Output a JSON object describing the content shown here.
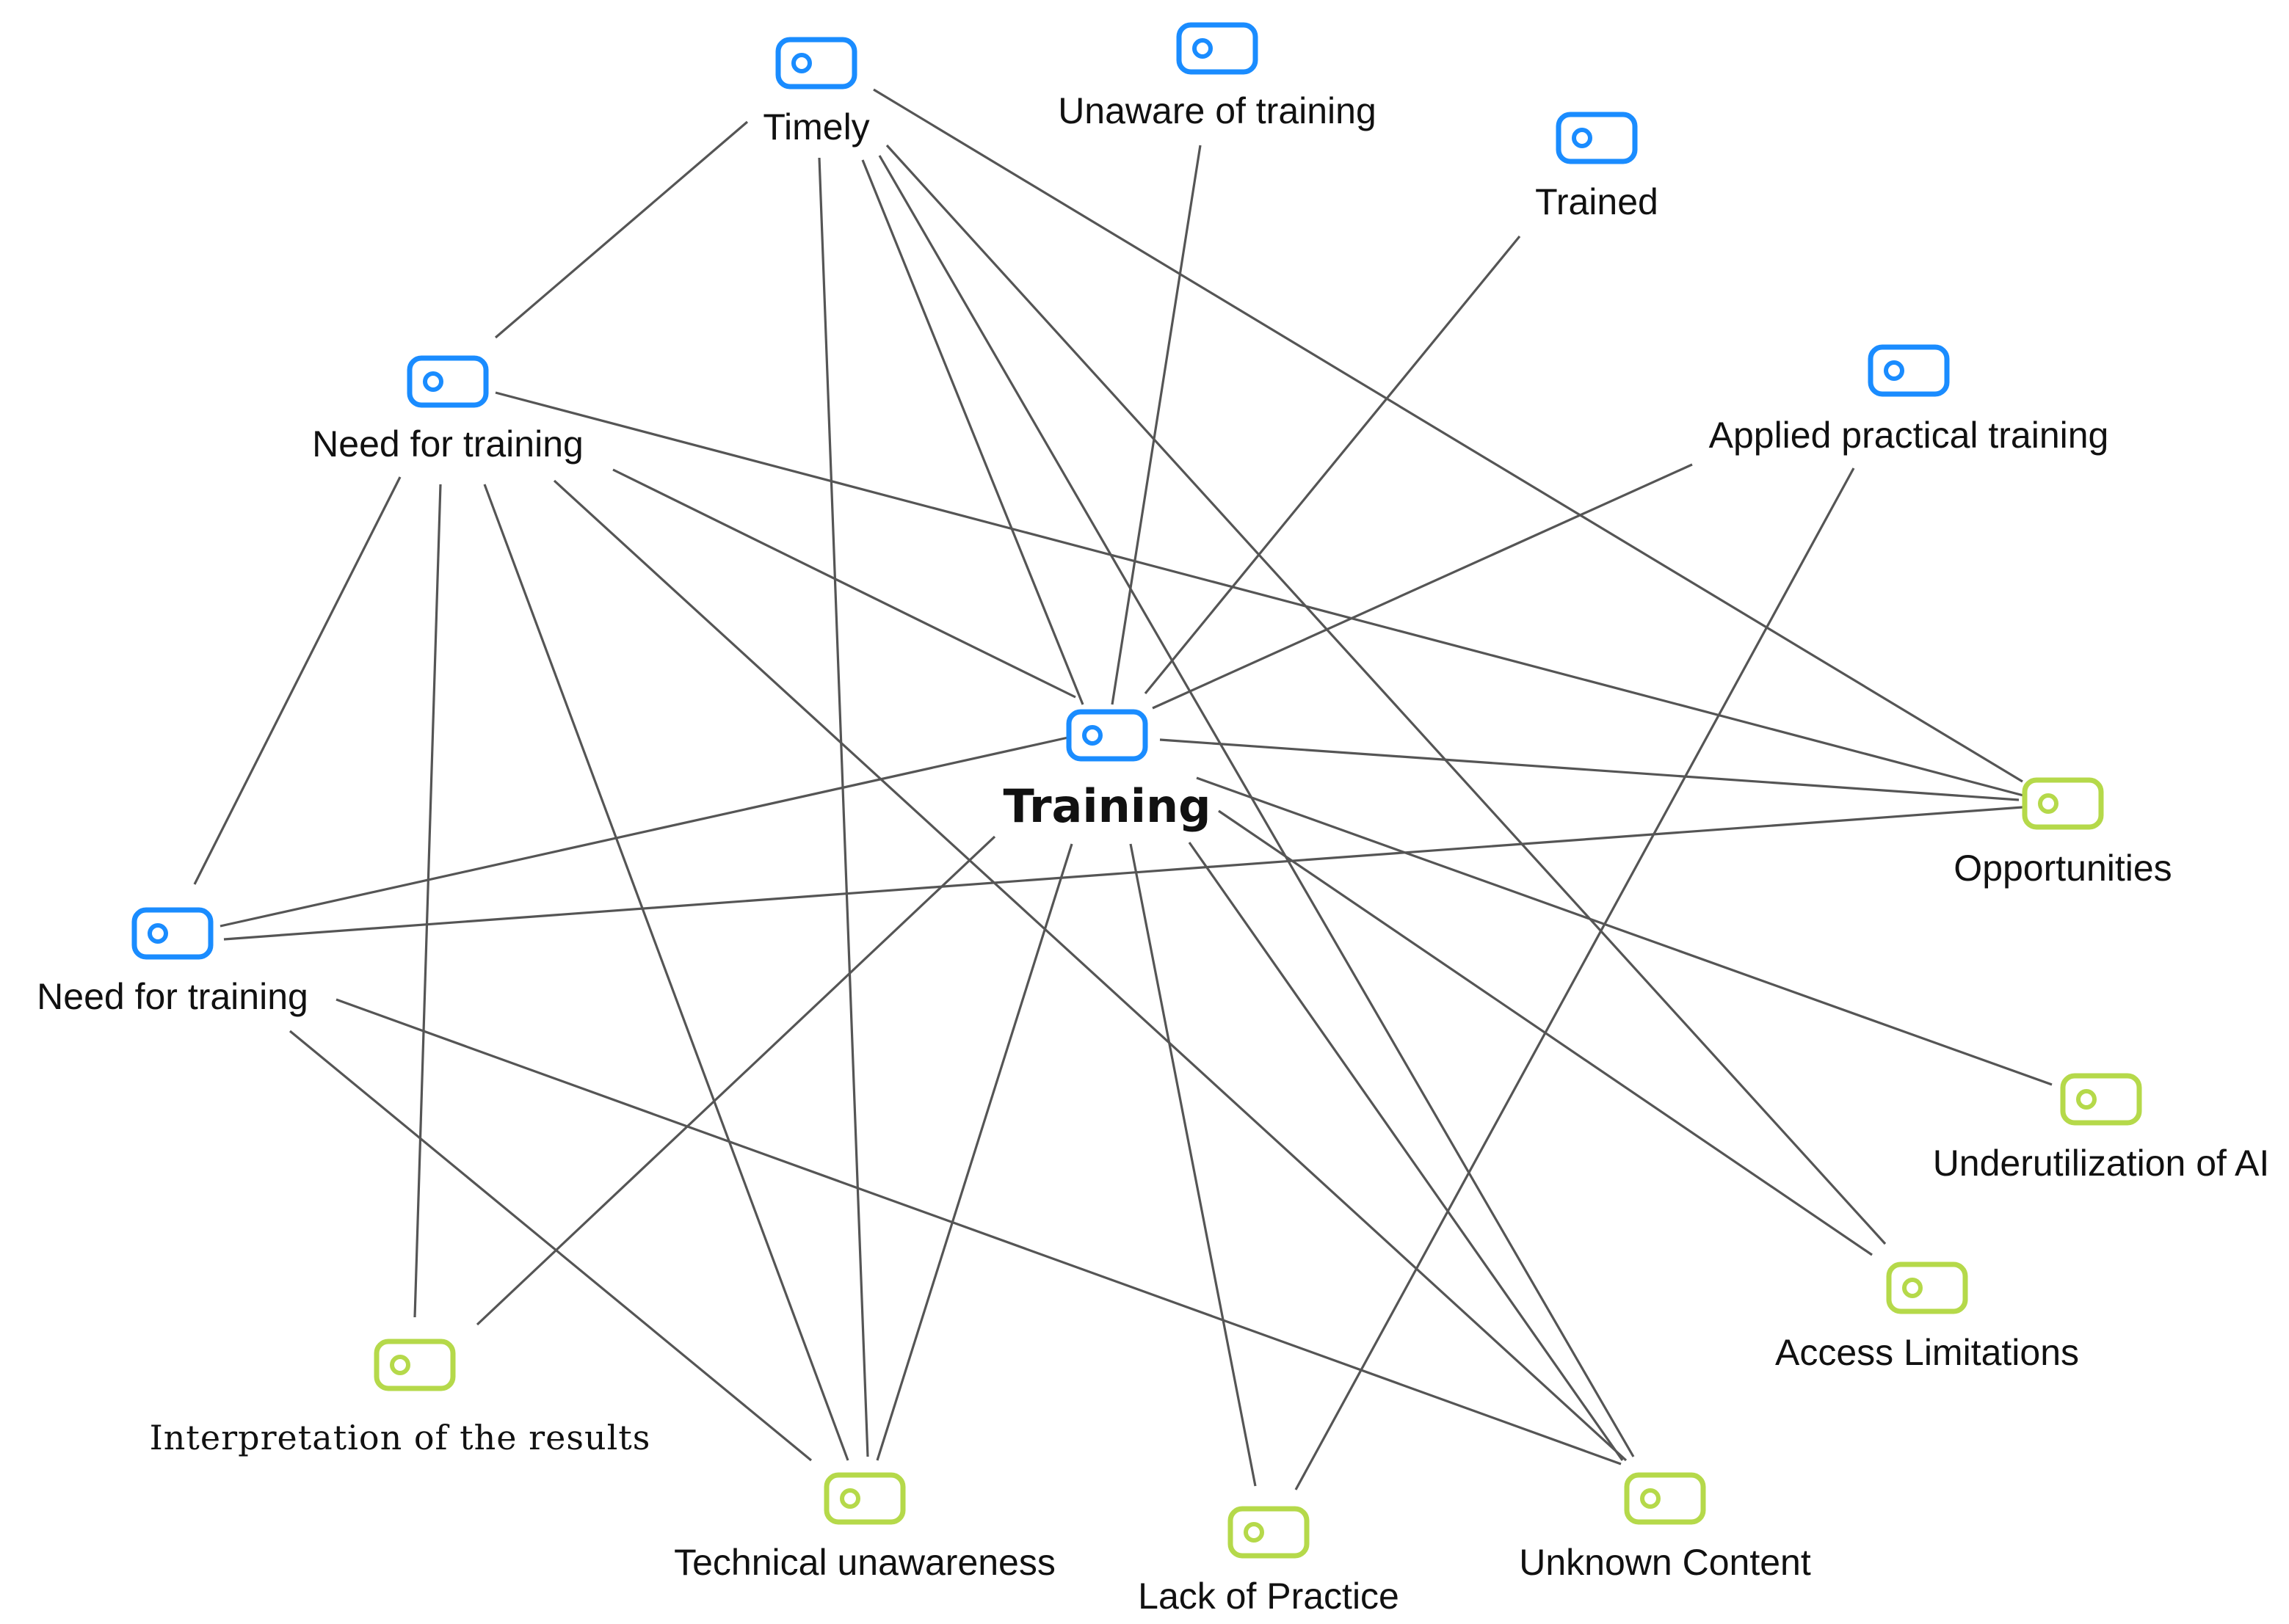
{
  "colors": {
    "code_icon": "#1a8cff",
    "category_icon": "#b5d94a",
    "edge": "#555555",
    "text": "#111111"
  },
  "nodes": [
    {
      "id": "training",
      "label": "Training",
      "kind": "code",
      "central": true,
      "icon": "tag-icon"
    },
    {
      "id": "timely",
      "label": "Timely",
      "kind": "code",
      "icon": "tag-icon"
    },
    {
      "id": "unaware",
      "label": "Unaware of training",
      "kind": "code",
      "icon": "tag-icon"
    },
    {
      "id": "trained",
      "label": "Trained",
      "kind": "code",
      "icon": "tag-icon"
    },
    {
      "id": "applied",
      "label": "Applied practical training",
      "kind": "code",
      "icon": "tag-icon"
    },
    {
      "id": "need1",
      "label": "Need for training",
      "kind": "code",
      "icon": "tag-icon"
    },
    {
      "id": "need2",
      "label": "Need for training",
      "kind": "code",
      "icon": "tag-icon"
    },
    {
      "id": "opportunities",
      "label": "Opportunities",
      "kind": "category",
      "icon": "tag-icon"
    },
    {
      "id": "underutil",
      "label": "Underutilization of AI",
      "kind": "category",
      "icon": "tag-icon"
    },
    {
      "id": "access",
      "label": "Access Limitations",
      "kind": "category",
      "icon": "tag-icon"
    },
    {
      "id": "interp",
      "label": "Interpretation of the results",
      "kind": "category",
      "icon": "tag-icon"
    },
    {
      "id": "tech",
      "label": "Technical unawareness",
      "kind": "category",
      "icon": "tag-icon"
    },
    {
      "id": "lack",
      "label": "Lack of Practice",
      "kind": "category",
      "icon": "tag-icon"
    },
    {
      "id": "unknown",
      "label": "Unknown Content",
      "kind": "category",
      "icon": "tag-icon"
    }
  ],
  "edges": [
    [
      "timely",
      "need1"
    ],
    [
      "timely",
      "tech"
    ],
    [
      "timely",
      "training"
    ],
    [
      "timely",
      "unknown"
    ],
    [
      "timely",
      "access"
    ],
    [
      "timely",
      "opportunities"
    ],
    [
      "unaware",
      "training"
    ],
    [
      "trained",
      "training"
    ],
    [
      "applied",
      "training"
    ],
    [
      "applied",
      "lack"
    ],
    [
      "need1",
      "opportunities"
    ],
    [
      "need1",
      "training"
    ],
    [
      "need1",
      "unknown"
    ],
    [
      "need1",
      "tech"
    ],
    [
      "need1",
      "interp"
    ],
    [
      "need1",
      "need2"
    ],
    [
      "need2",
      "training"
    ],
    [
      "need2",
      "opportunities"
    ],
    [
      "need2",
      "tech"
    ],
    [
      "need2",
      "unknown"
    ],
    [
      "training",
      "opportunities"
    ],
    [
      "training",
      "underutil"
    ],
    [
      "training",
      "access"
    ],
    [
      "training",
      "unknown"
    ],
    [
      "training",
      "lack"
    ],
    [
      "training",
      "tech"
    ],
    [
      "training",
      "interp"
    ]
  ]
}
